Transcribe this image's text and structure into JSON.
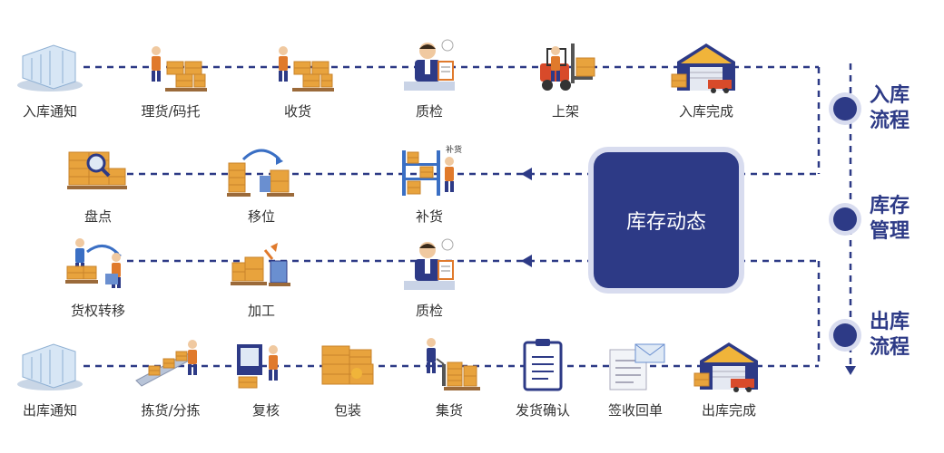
{
  "hub": {
    "label": "库存动态"
  },
  "side_labels": [
    {
      "text": "入库\n流程"
    },
    {
      "text": "库存\n管理"
    },
    {
      "text": "出库\n流程"
    }
  ],
  "rows": {
    "inbound": [
      "入库通知",
      "理货/码托",
      "收货",
      "质检",
      "上架",
      "入库完成"
    ],
    "inventory": [
      "盘点",
      "移位",
      "补货"
    ],
    "processing": [
      "货权转移",
      "加工",
      "质检"
    ],
    "outbound": [
      "出库通知",
      "拣货/分拣",
      "复核",
      "包装",
      "集货",
      "发货确认",
      "签收回单",
      "出库完成"
    ]
  },
  "icons": {
    "inbound": [
      "building-icon",
      "worker-boxes-icon",
      "worker-boxes-icon",
      "inspector-icon",
      "forklift-icon",
      "warehouse-icon"
    ],
    "inventory": [
      "magnifier-boxes-icon",
      "move-boxes-icon",
      "shelf-icon"
    ],
    "processing": [
      "transfer-icon",
      "process-icon",
      "inspector-icon"
    ],
    "outbound": [
      "building-icon",
      "conveyor-icon",
      "checker-icon",
      "package-icon",
      "cart-icon",
      "clipboard-icon",
      "receipt-icon",
      "warehouse-icon"
    ]
  },
  "icon_tags": {
    "shelf-icon": "补货"
  },
  "colors": {
    "accent": "#2d3a86",
    "halo": "#d8dcef",
    "box": "#e8a33d",
    "box_dark": "#c8832a"
  }
}
